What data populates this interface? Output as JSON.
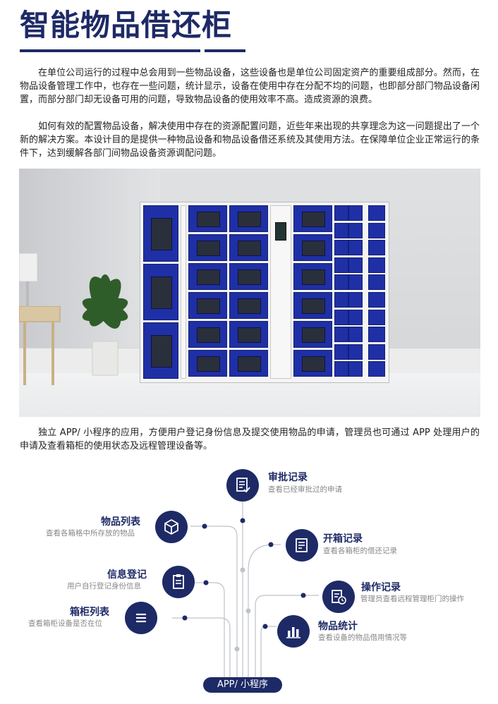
{
  "header": {
    "title": "智能物品借还柜"
  },
  "intro": {
    "p1": "在单位公司运行的过程中总会用到一些物品设备，这些设备也是单位公司固定资产的重要组成部分。然而，在物品设备管理工作中，也存在一些问题，统计显示，设备在使用中存在分配不均的问题，也即部分部门物品设备闲置，而部分部门却无设备可用的问题，导致物品设备的使用效率不高。造成资源的浪费。",
    "p2": "如何有效的配置物品设备，解决使用中存在的资源配置问题，近些年来出现的共享理念为这一问题提出了一个新的解决方案。本设计目的是提供一种物品设备和物品设备借还系统及其使用方法。在保障单位企业正常运行的条件下，达到缓解各部门间物品设备资源调配问题。",
    "p3": "独立 APP/ 小程序的应用，方便用户登记身份信息及提交使用物品的申请，管理员也可通过 APP 处理用户的申请及查看箱柜的使用状态及远程管理设备等。"
  },
  "features": {
    "approval": {
      "title": "审批记录",
      "sub": "查看已经审批过的申请"
    },
    "items": {
      "title": "物品列表",
      "sub": "查看各箱格中所存放的物品"
    },
    "open": {
      "title": "开箱记录",
      "sub": "查看各箱柜的借还记录"
    },
    "register": {
      "title": "信息登记",
      "sub": "用户自行登记身份信息"
    },
    "ops": {
      "title": "操作记录",
      "sub": "管理员查看远程管理柜门的操作"
    },
    "cabinets": {
      "title": "箱柜列表",
      "sub": "查看箱柜设备是否在位"
    },
    "stats": {
      "title": "物品统计",
      "sub": "查看设备的物品借用情况等"
    }
  },
  "app": {
    "label": "APP/ 小程序"
  },
  "colors": {
    "primary": "#1e2a66",
    "door": "#1f2fa6"
  }
}
